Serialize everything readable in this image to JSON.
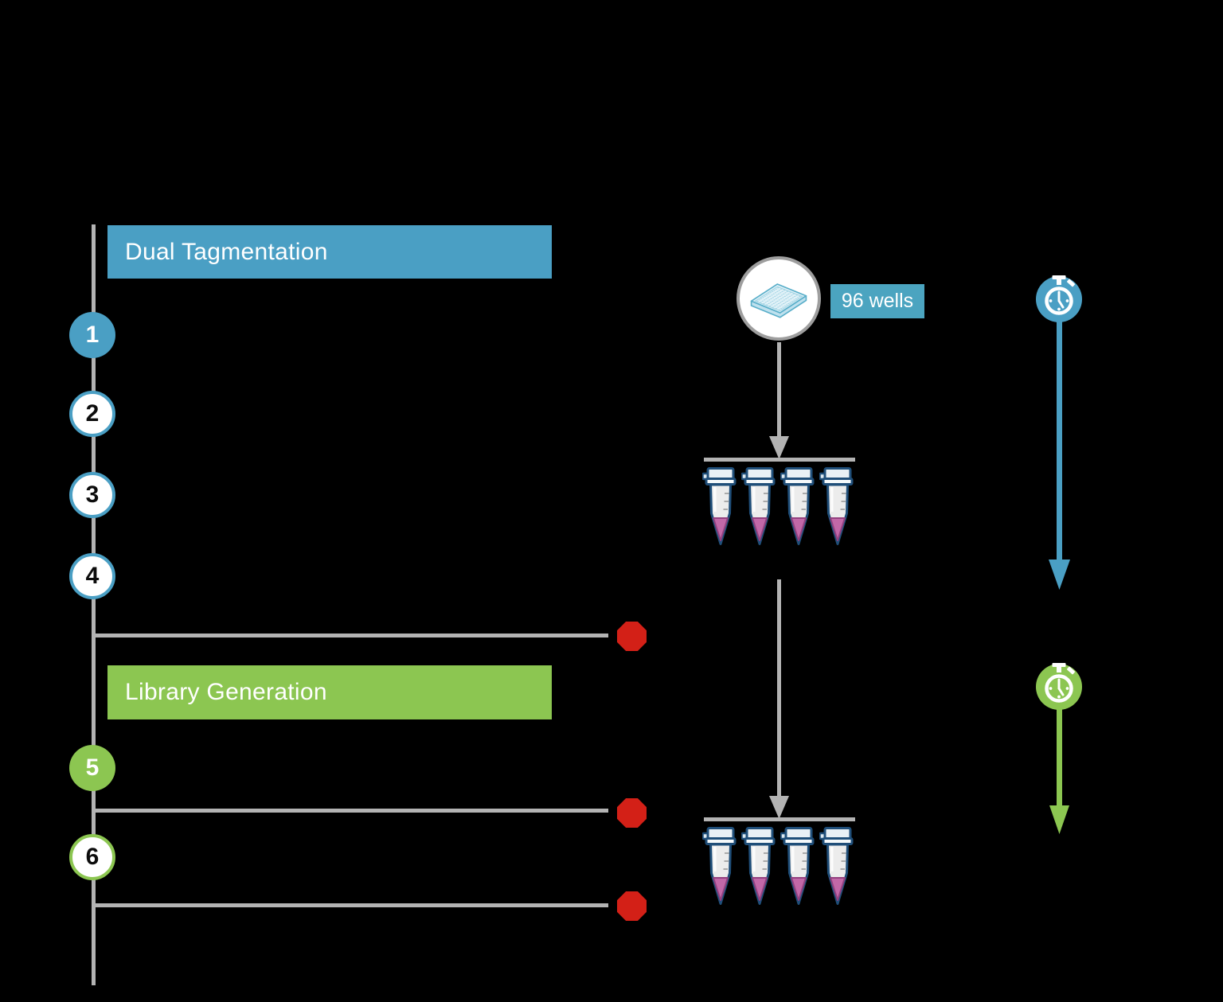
{
  "diagram": {
    "background": "#000000",
    "sections": [
      {
        "id": "dual-tagmentation",
        "label": "Dual Tagmentation",
        "color": "#4a9fc4"
      },
      {
        "id": "library-generation",
        "label": "Library Generation",
        "color": "#8cc651"
      }
    ],
    "steps": [
      {
        "number": "1",
        "section": "dual-tagmentation",
        "style": "filled"
      },
      {
        "number": "2",
        "section": "dual-tagmentation",
        "style": "outline"
      },
      {
        "number": "3",
        "section": "dual-tagmentation",
        "style": "outline"
      },
      {
        "number": "4",
        "section": "dual-tagmentation",
        "style": "outline"
      },
      {
        "number": "5",
        "section": "library-generation",
        "style": "filled"
      },
      {
        "number": "6",
        "section": "library-generation",
        "style": "outline"
      }
    ],
    "plate_badge": {
      "label": "96 wells",
      "color": "#4ba4c0"
    },
    "stop_markers_count": 3,
    "tube_sets": [
      {
        "tubes": 4,
        "liquid_color": "#c268a8"
      },
      {
        "tubes": 4,
        "liquid_color": "#c268a8"
      }
    ],
    "icons": {
      "plate": "96-well-plate-icon",
      "stopwatch": "stopwatch-icon",
      "stop_marker": "stop-octagon-icon",
      "tube_strip": "pcr-tube-strip-icon"
    },
    "colors": {
      "blue": "#4a9fc4",
      "green": "#8cc651",
      "red": "#d32017",
      "line_gray": "#b3b3b3",
      "tube_outline": "#1f4e79",
      "tube_liquid": "#c268a8"
    }
  }
}
